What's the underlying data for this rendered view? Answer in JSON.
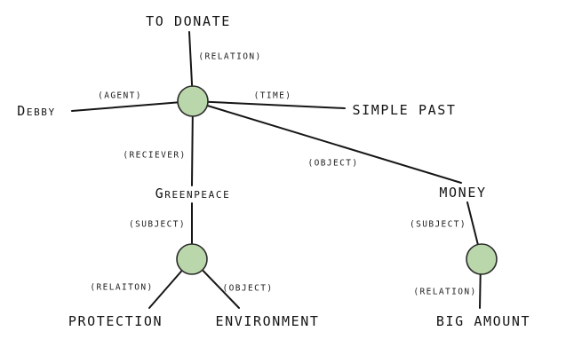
{
  "diagram": {
    "type": "semantic-network",
    "colors": {
      "background": "#ffffff",
      "line": "#161616",
      "text": "#141414",
      "node_fill": "#b9d7aa",
      "node_stroke": "#2b2b2b"
    },
    "nodes": [
      {
        "id": "to-donate",
        "label": "TO DONATE"
      },
      {
        "id": "debby",
        "label": "Debby"
      },
      {
        "id": "simple-past",
        "label": "SIMPLE PAST"
      },
      {
        "id": "greenpeace",
        "label": "Greenpeace"
      },
      {
        "id": "money",
        "label": "MONEY"
      },
      {
        "id": "protection",
        "label": "PROTECTION"
      },
      {
        "id": "environment",
        "label": "ENVIRONMENT"
      },
      {
        "id": "big-amount",
        "label": "BIG AMOUNT"
      }
    ],
    "hub_nodes": [
      {
        "id": "hub-1"
      },
      {
        "id": "hub-2"
      },
      {
        "id": "hub-3"
      }
    ],
    "edges": [
      {
        "from": "hub-1",
        "to": "to-donate",
        "label": "(RELATION)"
      },
      {
        "from": "hub-1",
        "to": "debby",
        "label": "(AGENT)"
      },
      {
        "from": "hub-1",
        "to": "simple-past",
        "label": "(TIME)"
      },
      {
        "from": "hub-1",
        "to": "greenpeace",
        "label": "(RECIEVER)"
      },
      {
        "from": "hub-1",
        "to": "money",
        "label": "(OBJECT)"
      },
      {
        "from": "greenpeace",
        "to": "hub-2",
        "label": "(SUBJECT)"
      },
      {
        "from": "hub-2",
        "to": "protection",
        "label": "(RELAITON)"
      },
      {
        "from": "hub-2",
        "to": "environment",
        "label": "(OBJECT)"
      },
      {
        "from": "money",
        "to": "hub-3",
        "label": "(SUBJECT)"
      },
      {
        "from": "hub-3",
        "to": "big-amount",
        "label": "(RELATION)"
      }
    ]
  }
}
